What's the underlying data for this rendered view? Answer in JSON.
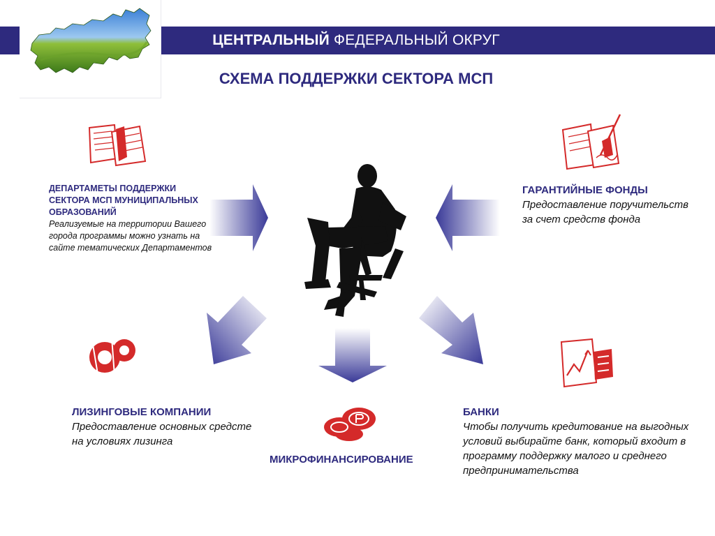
{
  "header": {
    "title_bold": "ЦЕНТРАЛЬНЫЙ",
    "title_rest": "ФЕДЕРАЛЬНЫЙ ОКРУГ",
    "subtitle": "СХЕМА ПОДДЕРЖКИ СЕКТОРА МСП"
  },
  "blocks": {
    "departments": {
      "title": "ДЕПАРТАМЕТЫ ПОДДЕРЖКИ СЕКТОРА МСП МУНИЦИПАЛЬНЫХ ОБРАЗОВАНИЙ",
      "desc": "Реализуемые на территории Вашего города программы можно узнать на сайте тематических Департаментов"
    },
    "guarantee": {
      "title": "ГАРАНТИЙНЫЕ ФОНДЫ",
      "desc": "Предоставление поручительств за счет средств фонда"
    },
    "leasing": {
      "title": "ЛИЗИНГОВЫЕ КОМПАНИИ",
      "desc": "Предоставление основных средсте на условиях лизинга"
    },
    "banks": {
      "title": "БАНКИ",
      "desc": "Чтобы получить кредитование на выгодных условий выбирайте банк, который входит в программу поддержку малого и среднего предпринимательства"
    },
    "micro": {
      "title": "МИКРОФИНАНСИРОВАНИЕ"
    }
  },
  "colors": {
    "brand": "#2e2a7e",
    "arrow": "#3a3a98",
    "icon_red": "#d42a2a",
    "silhouette": "#111111"
  },
  "icons": {
    "map": "russia-map-icon",
    "departments": "documents-icon",
    "guarantee": "signed-document-icon",
    "leasing": "gears-icon",
    "banks": "growth-chart-icon",
    "micro": "coins-icon",
    "center": "businessman-silhouette"
  }
}
